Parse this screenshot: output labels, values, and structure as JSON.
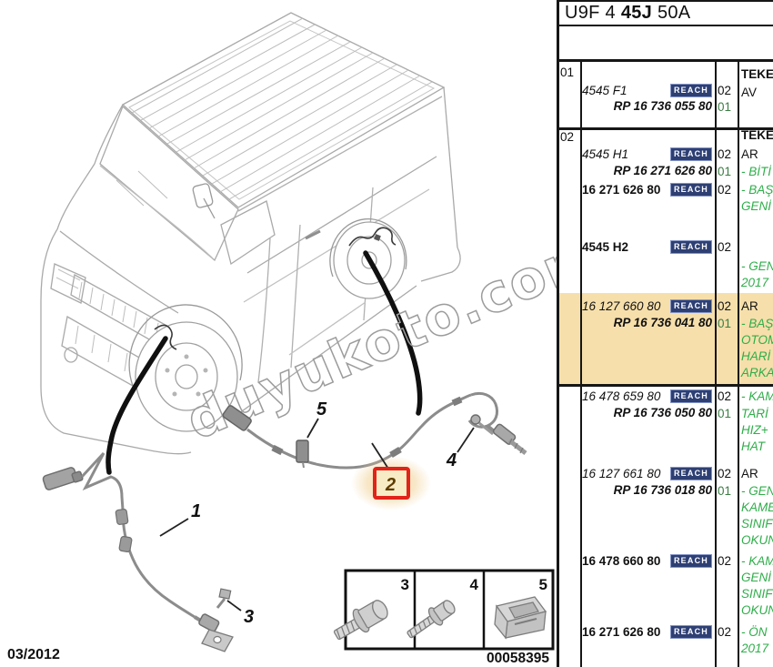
{
  "colors": {
    "highlight_row": "#f6dfab",
    "reach_badge": "#2d3f73",
    "green_text": "#2fae4a",
    "callout_box_red": "#e2231a"
  },
  "header": {
    "code_prefix": "U9F 4 ",
    "code_bold": "45J",
    "code_suffix": " 50A"
  },
  "footer": {
    "date": "03/2012",
    "sheet_number": "00058395"
  },
  "watermark": "duyukoto.com",
  "callouts": {
    "n1": "1",
    "n2": "2",
    "n3": "3",
    "n4": "4",
    "n5": "5"
  },
  "inset": {
    "n3": "3",
    "n4": "4",
    "n5": "5"
  },
  "table": {
    "reach": "REACH",
    "g1": {
      "ref": "01",
      "part": "4545 F1",
      "rp": "RP 16 736 055 80",
      "q1": "02",
      "q2": "01",
      "d1": "TEKE",
      "d2": "AV"
    },
    "g2": {
      "ref": "02",
      "p1": "4545 H1",
      "q1": "02",
      "rp1": "RP 16 271 626 80",
      "q2": "01",
      "p2": "16 271 626 80",
      "q3": "02",
      "p3": "4545 H2",
      "q4": "02",
      "d1": "TEKE",
      "d2": "AR",
      "d3": "- BİTİ",
      "d4": "- BAŞ",
      "d5": "GENİ",
      "d6": "- GEN",
      "d7": "2017"
    },
    "hl": {
      "part": "16 127 660 80",
      "rp": "RP 16 736 041 80",
      "q1": "02",
      "q2": "01",
      "d1": "AR",
      "d2": "- BAŞ",
      "d3": "OTOM",
      "d4": "HARİ",
      "d5": "ARKA"
    },
    "g4": {
      "part": "16 478 659 80",
      "rp": "RP 16 736 050 80",
      "q1": "02",
      "q2": "01",
      "d1": "- KAM",
      "d2": "TARİ",
      "d3": "HIZ+",
      "d4": "HAT"
    },
    "g5": {
      "part": "16 127 661 80",
      "rp": "RP 16 736 018 80",
      "q1": "02",
      "q2": "01",
      "d1": "AR",
      "d2": "- GEN",
      "d3": "KAME",
      "d4": "SINIF",
      "d5": "OKUN"
    },
    "g6": {
      "part": "16 478 660 80",
      "q1": "02",
      "d1": "- KAM",
      "d2": "GENİ",
      "d3": "SINIF",
      "d4": "OKUN"
    },
    "g7": {
      "part": "16 271 626 80",
      "q1": "02",
      "d1": "- ÖN",
      "d2": "2017"
    }
  }
}
